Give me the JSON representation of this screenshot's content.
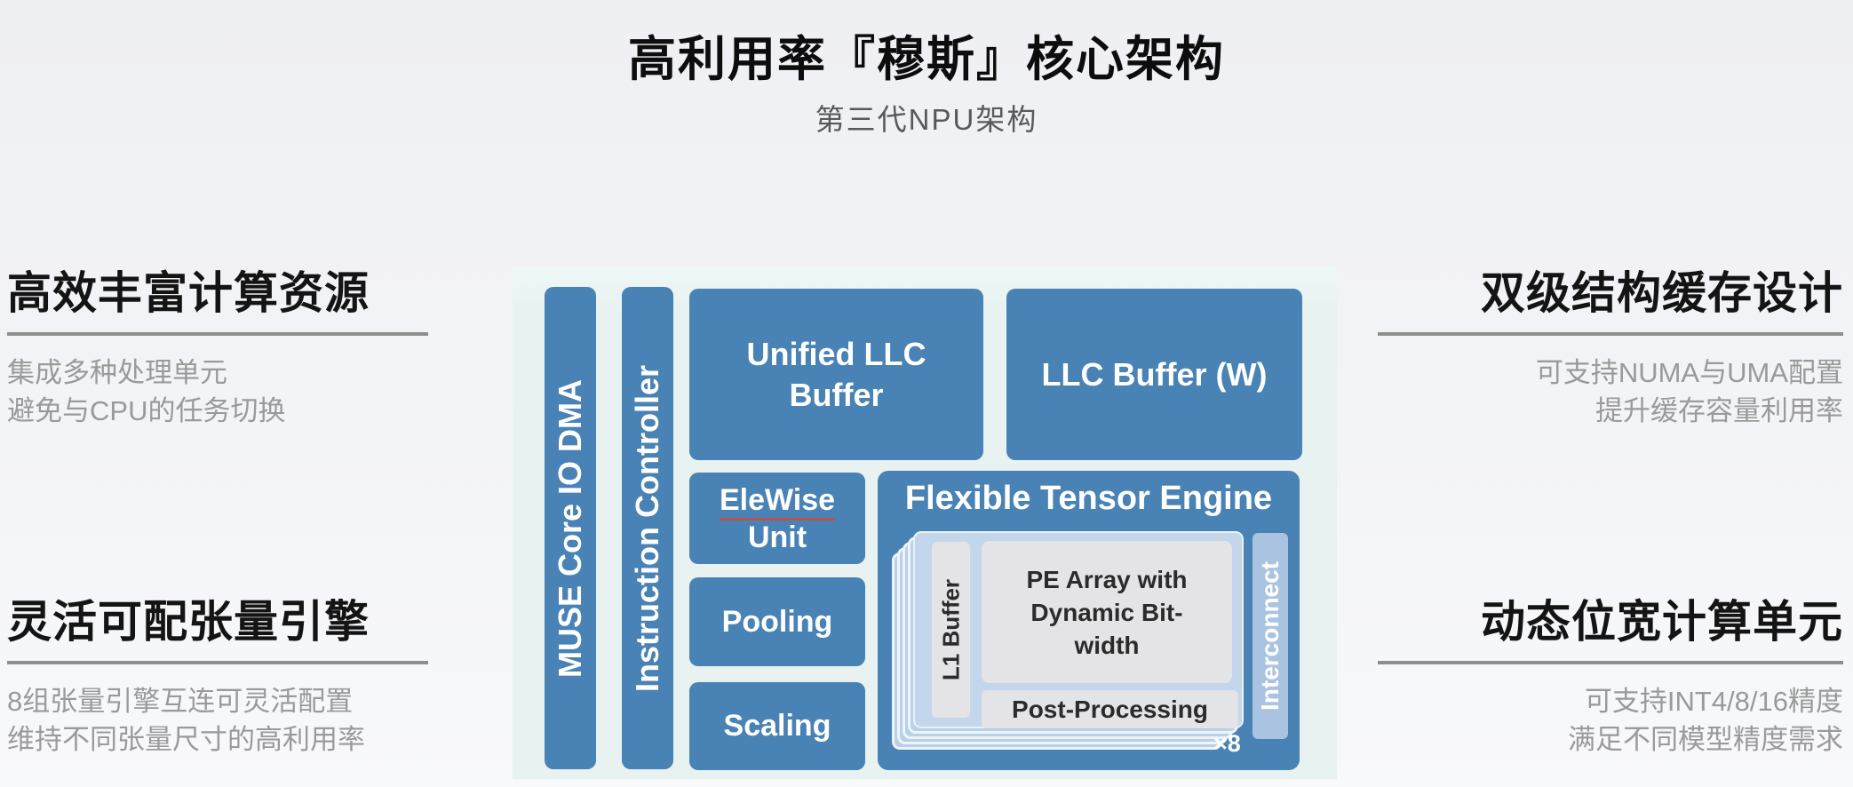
{
  "title": "高利用率『穆斯』核心架构",
  "subtitle": "第三代NPU架构",
  "features": {
    "left_top": {
      "heading": "高效丰富计算资源",
      "lines": [
        "集成多种处理单元",
        "避免与CPU的任务切换"
      ]
    },
    "left_bottom": {
      "heading": "灵活可配张量引擎",
      "lines": [
        "8组张量引擎互连可灵活配置",
        "维持不同张量尺寸的高利用率"
      ]
    },
    "right_top": {
      "heading": "双级结构缓存设计",
      "lines": [
        "可支持NUMA与UMA配置",
        "提升缓存容量利用率"
      ]
    },
    "right_bottom": {
      "heading": "动态位宽计算单元",
      "lines": [
        "可支持INT4/8/16精度",
        "满足不同模型精度需求"
      ]
    }
  },
  "diagram": {
    "muse_dma": "MUSE Core IO DMA",
    "instruction_controller": "Instruction Controller",
    "unified_llc": {
      "lines": [
        "Unified LLC",
        "Buffer"
      ]
    },
    "llc_w": "LLC Buffer (W)",
    "elewise": {
      "lines": [
        "EleWise",
        "Unit"
      ]
    },
    "pooling": "Pooling",
    "scaling": "Scaling",
    "fte": {
      "title": "Flexible Tensor Engine",
      "l1_buffer": "L1 Buffer",
      "pe_array": {
        "lines": [
          "PE Array with",
          "Dynamic Bit-",
          "width"
        ]
      },
      "post_processing": "Post-Processing",
      "interconnect": "Interconnect",
      "multiplier": "×8"
    }
  },
  "colors": {
    "block_blue": "#4982b5",
    "panel_bg": "#e7f2f1",
    "interconnect_blue": "#a9c3e1",
    "card_blue": "#c3d6eb",
    "inner_gray": "#e4e4e6",
    "divider_gray": "#8e8e8e",
    "body_text_gray": "#9a9a9a",
    "elewise_underline_red": "#b85450"
  }
}
